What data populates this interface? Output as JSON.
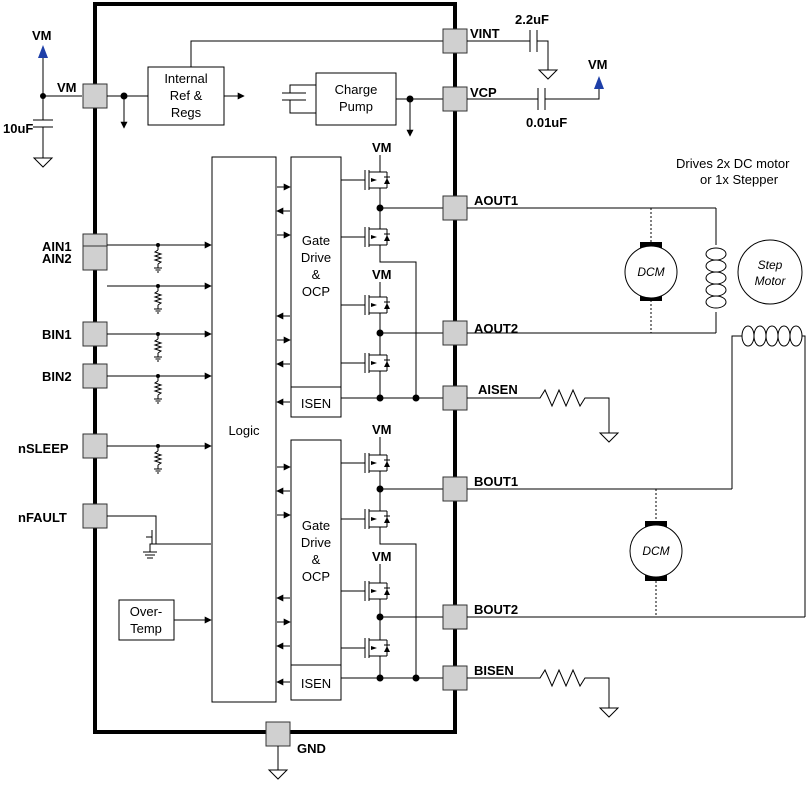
{
  "blocks": {
    "internal_ref": [
      "Internal",
      "Ref &",
      "Regs"
    ],
    "charge_pump": [
      "Charge",
      "Pump"
    ],
    "logic": "Logic",
    "gate_drive": [
      "Gate",
      "Drive",
      "&",
      "OCP"
    ],
    "isen": "ISEN",
    "over_temp": [
      "Over-",
      "Temp"
    ]
  },
  "pins": {
    "vm": "VM",
    "vint": "VINT",
    "vcp": "VCP",
    "ain1": "AIN1",
    "ain2": "AIN2",
    "bin1": "BIN1",
    "bin2": "BIN2",
    "nsleep": "nSLEEP",
    "nfault": "nFAULT",
    "aout1": "AOUT1",
    "aout2": "AOUT2",
    "aisen": "AISEN",
    "bout1": "BOUT1",
    "bout2": "BOUT2",
    "bisen": "BISEN",
    "gnd": "GND"
  },
  "components": {
    "cap_vm": "10uF",
    "cap_vint": "2.2uF",
    "cap_vcp": "0.01uF",
    "supply_label": "VM",
    "fet_supply_label": "VM"
  },
  "loads": {
    "caption_line1": "Drives 2x DC motor",
    "caption_line2": "or 1x Stepper",
    "dcm": "DCM",
    "step_motor_line1": "Step",
    "step_motor_line2": "Motor"
  },
  "colors": {
    "supply_arrow": "#1e3fa8",
    "pad_fill": "#d0d0d0"
  }
}
